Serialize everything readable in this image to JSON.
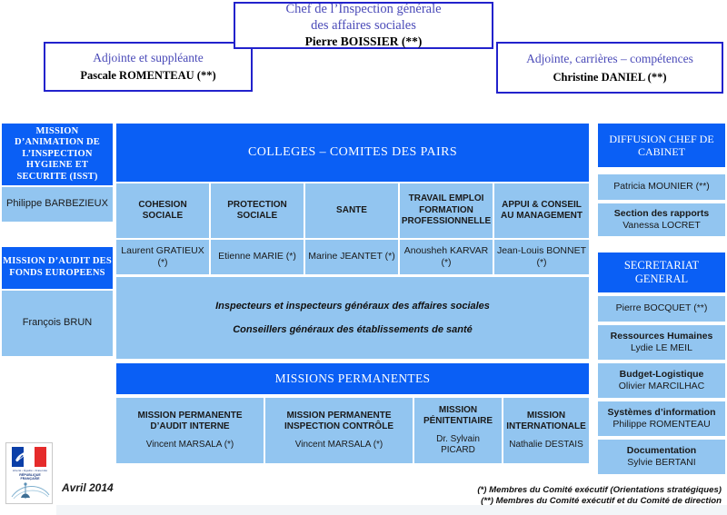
{
  "document": {
    "date_label": "Avril 2014",
    "logo": {
      "flag_name": "french-republic-flag",
      "devise": "Liberté • Égalité • Fraternité",
      "republic": "RÉPUBLIQUE FRANÇAISE",
      "secondary_logo": "igas-swoosh-logo"
    },
    "legend": [
      "(*) Membres du Comité exécutif (Orientations stratégiques)",
      "(**) Membres du Comité exécutif et du Comité de direction"
    ]
  },
  "colors": {
    "header_blue": "#0a5ff5",
    "cell_blue": "#92c5f0",
    "outline_border": "#2222cc",
    "outline_title_text": "#4a4ab8",
    "white": "#ffffff"
  },
  "top": {
    "chef": {
      "title_line1": "Chef de l’Inspection générale",
      "title_line2": "des affaires sociales",
      "name": "Pierre BOISSIER (**)"
    },
    "adjointe": {
      "title": "Adjointe et suppléante",
      "name": "Pascale ROMENTEAU (**)"
    },
    "carrieres": {
      "title": "Adjointe, carrières –  compétences",
      "name": "Christine DANIEL  (**)"
    }
  },
  "left_column": {
    "isst": {
      "header": "MISSION D’ANIMATION DE L’INSPECTION HYGIENE ET SECURITE (ISST)",
      "name": "Philippe  BARBEZIEUX"
    },
    "audit_fonds": {
      "header": "MISSION D’AUDIT DES FONDS EUROPEENS",
      "name": "François BRUN"
    }
  },
  "center": {
    "colleges_header": "COLLEGES – COMITES DES PAIRS",
    "colleges": [
      {
        "title": "COHESION SOCIALE",
        "name": "Laurent GRATIEUX (*)"
      },
      {
        "title": "PROTECTION SOCIALE",
        "name": "Etienne MARIE (*)"
      },
      {
        "title": "SANTE",
        "name": "Marine JEANTET (*)"
      },
      {
        "title": "TRAVAIL EMPLOI FORMATION PROFESSIONNELLE",
        "name": "Anousheh KARVAR (*)"
      },
      {
        "title": "APPUI & CONSEIL AU MANAGEMENT",
        "name": "Jean-Louis BONNET (*)"
      }
    ],
    "corps_lines": [
      "Inspecteurs et inspecteurs généraux des affaires sociales",
      "Conseillers généraux des établissements de santé"
    ],
    "permanentes_header": "MISSIONS PERMANENTES",
    "permanentes": [
      {
        "title": "MISSION  PERMANENTE D’AUDIT INTERNE",
        "name": "Vincent MARSALA (*)"
      },
      {
        "title": "MISSION  PERMANENTE INSPECTION CONTRÔLE",
        "name": "Vincent MARSALA (*)"
      },
      {
        "title": "MISSION PÉNITENTIAIRE",
        "name": "Dr. Sylvain PICARD"
      },
      {
        "title": "MISSION INTERNATIONALE",
        "name": "Nathalie DESTAIS"
      }
    ]
  },
  "right_column": {
    "diffusion": {
      "header": "DIFFUSION CHEF DE CABINET",
      "name": "Patricia  MOUNIER (**)",
      "section": {
        "title": "Section des rapports",
        "name": "Vanessa LOCRET"
      }
    },
    "secretariat": {
      "header": "SECRETARIAT GENERAL",
      "name": "Pierre BOCQUET (**)",
      "units": [
        {
          "title": "Ressources Humaines",
          "name": "Lydie LE MEIL"
        },
        {
          "title": "Budget-Logistique",
          "name": "Olivier MARCILHAC"
        },
        {
          "title": "Systèmes d’information",
          "name": "Philippe ROMENTEAU"
        },
        {
          "title": "Documentation",
          "name": "Sylvie BERTANI"
        }
      ]
    }
  }
}
